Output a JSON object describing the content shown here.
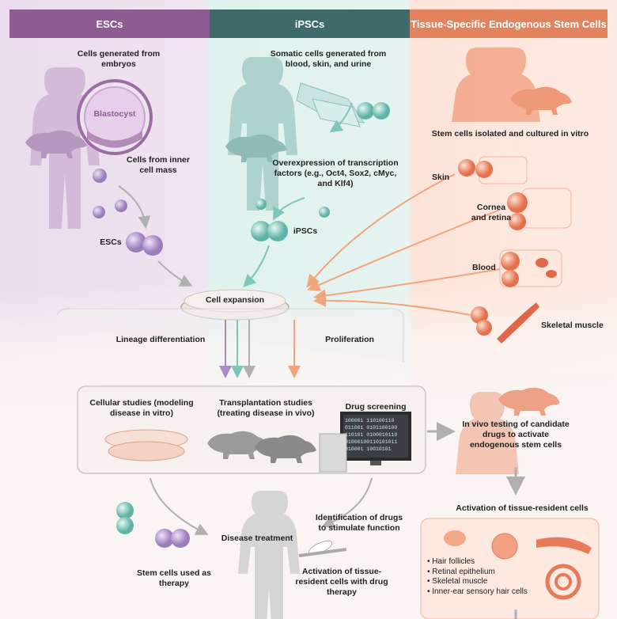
{
  "headers": {
    "escs": "ESCs",
    "ipscs": "iPSCs",
    "tissue": "Tissue-Specific Endogenous Stem Cells"
  },
  "colors": {
    "escs_header": "#8e5c92",
    "ipscs_header": "#3e6b6a",
    "tissue_header": "#e2835e",
    "esc_cell": "#b79ad1",
    "ipsc_cell": "#8fd2c6",
    "tissue_cell": "#ef9677",
    "arrow_gray": "#b0b0b0"
  },
  "escs": {
    "source": "Cells generated from embryos",
    "blastocyst": "Blastocyst",
    "inner_mass": "Cells from inner cell mass",
    "cells": "ESCs"
  },
  "ipscs": {
    "source": "Somatic cells generated from blood, skin, and urine",
    "factors": "Overexpression of transcription factors (e.g., Oct4, Sox2, cMyc, and Klf4)",
    "cells": "iPSCs"
  },
  "tissue": {
    "isolated": "Stem cells isolated and cultured in vitro",
    "skin": "Skin",
    "cornea": "Cornea and retina",
    "blood": "Blood",
    "muscle": "Skeletal muscle",
    "invivo": "In vivo testing of candidate drugs to activate endogenous stem cells",
    "activation": "Activation of tissue-resident cells",
    "resident": [
      "Hair follicles",
      "Retinal epithelium",
      "Skeletal muscle",
      "Inner-ear sensory hair cells"
    ]
  },
  "center": {
    "expansion": "Cell expansion",
    "lineage": "Lineage differentiation",
    "proliferation": "Proliferation"
  },
  "studies": {
    "cellular": "Cellular studies (modeling disease in vitro)",
    "transplant": "Transplantation studies (treating disease in vivo)",
    "drug": "Drug screening",
    "screen_code": "100001 110100110\n011001 0101100100\n110101 0100010110\n01000100110101011\n010001 10010101"
  },
  "treatment": {
    "title": "Disease treatment",
    "therapy": "Stem cells used as therapy",
    "identify": "Identification of drugs to stimulate function",
    "activate": "Activation of tissue-resident cells with drug therapy"
  }
}
